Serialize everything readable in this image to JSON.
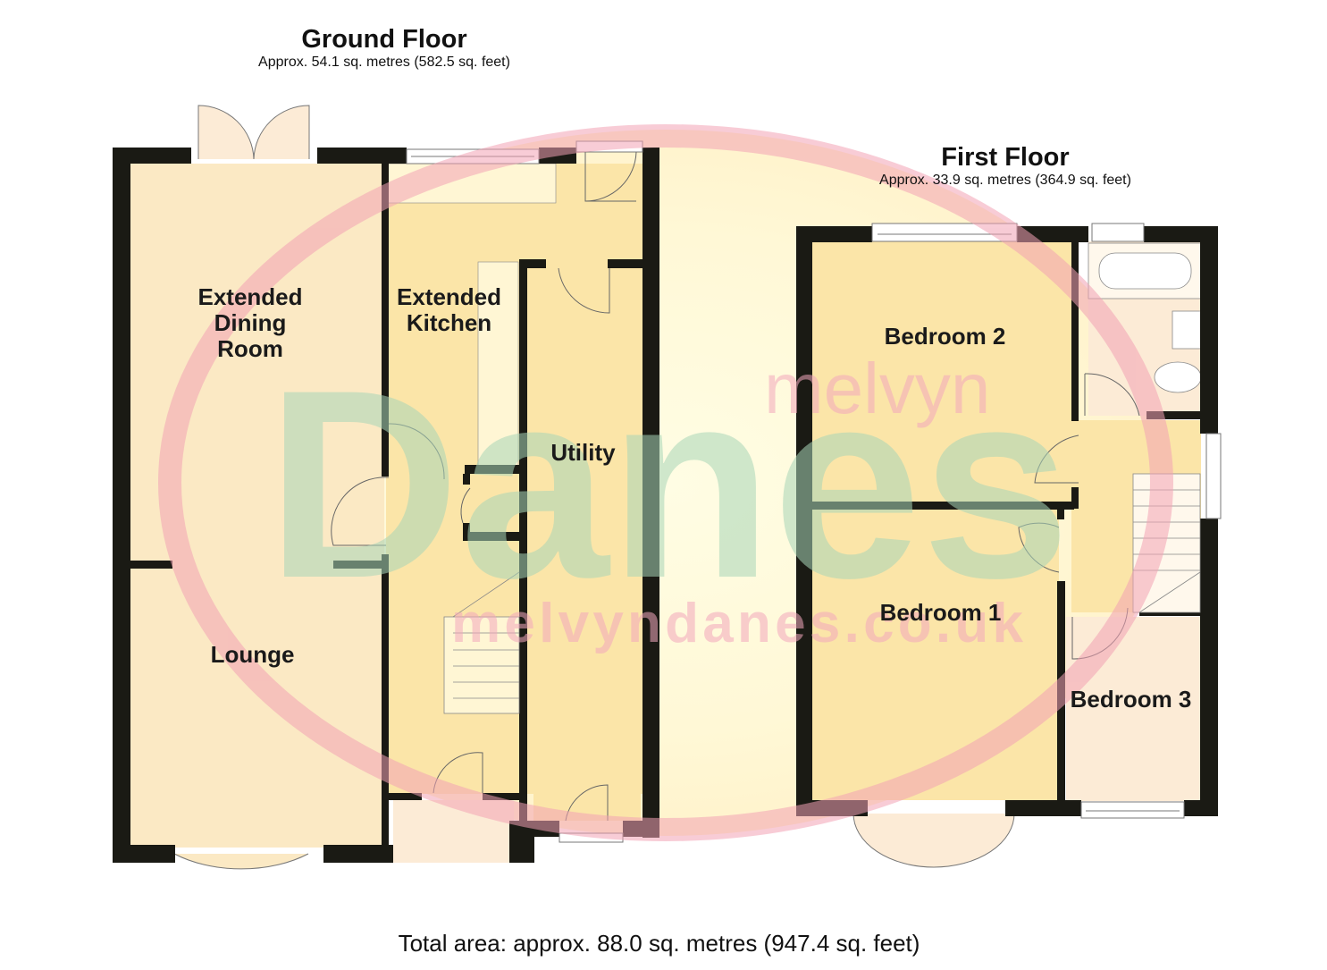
{
  "colors": {
    "wall": "#1a1a14",
    "room_warm": "#fbe7b0",
    "room_light": "#fcebd6",
    "hall": "#fef5c8",
    "watermark_ring": "#f4b8c4",
    "watermark_text_green": "#c9e3cf",
    "watermark_text_pink": "#f6c6d2",
    "glow_center": "#fffde8"
  },
  "watermark": {
    "brand_top": "melvyn",
    "brand_main": "Danes",
    "website": "melvyndanes.co.uk"
  },
  "ground_floor": {
    "title": "Ground Floor",
    "area": "Approx. 54.1 sq. metres (582.5 sq. feet)",
    "rooms": [
      {
        "name": "Extended Dining Room",
        "lines": [
          "Extended",
          "Dining",
          "Room"
        ]
      },
      {
        "name": "Extended Kitchen",
        "lines": [
          "Extended",
          "Kitchen"
        ]
      },
      {
        "name": "Utility",
        "lines": [
          "Utility"
        ]
      },
      {
        "name": "Lounge",
        "lines": [
          "Lounge"
        ]
      }
    ]
  },
  "first_floor": {
    "title": "First Floor",
    "area": "Approx. 33.9 sq. metres (364.9 sq. feet)",
    "rooms": [
      {
        "name": "Bedroom 2",
        "lines": [
          "Bedroom 2"
        ]
      },
      {
        "name": "Bedroom 1",
        "lines": [
          "Bedroom 1"
        ]
      },
      {
        "name": "Bedroom 3",
        "lines": [
          "Bedroom 3"
        ]
      }
    ]
  },
  "total_area": "Total area: approx. 88.0 sq. metres (947.4 sq. feet)"
}
